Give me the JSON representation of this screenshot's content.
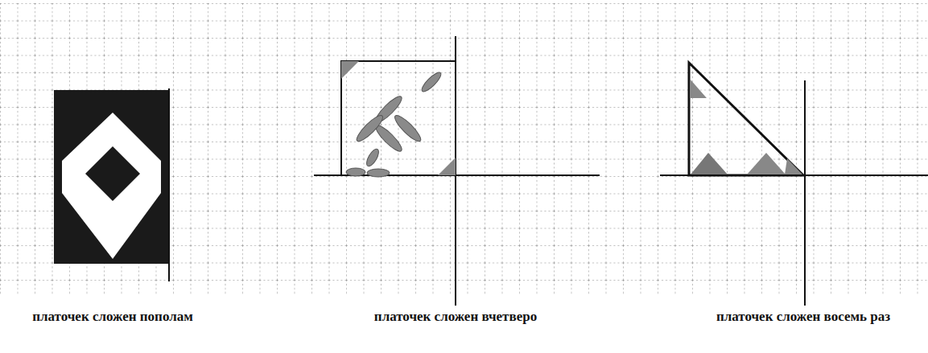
{
  "diagram": {
    "labels": [
      "платочек сложен пополам",
      "платочек сложен вчетверо",
      "платочек сложен восемь раз"
    ]
  }
}
